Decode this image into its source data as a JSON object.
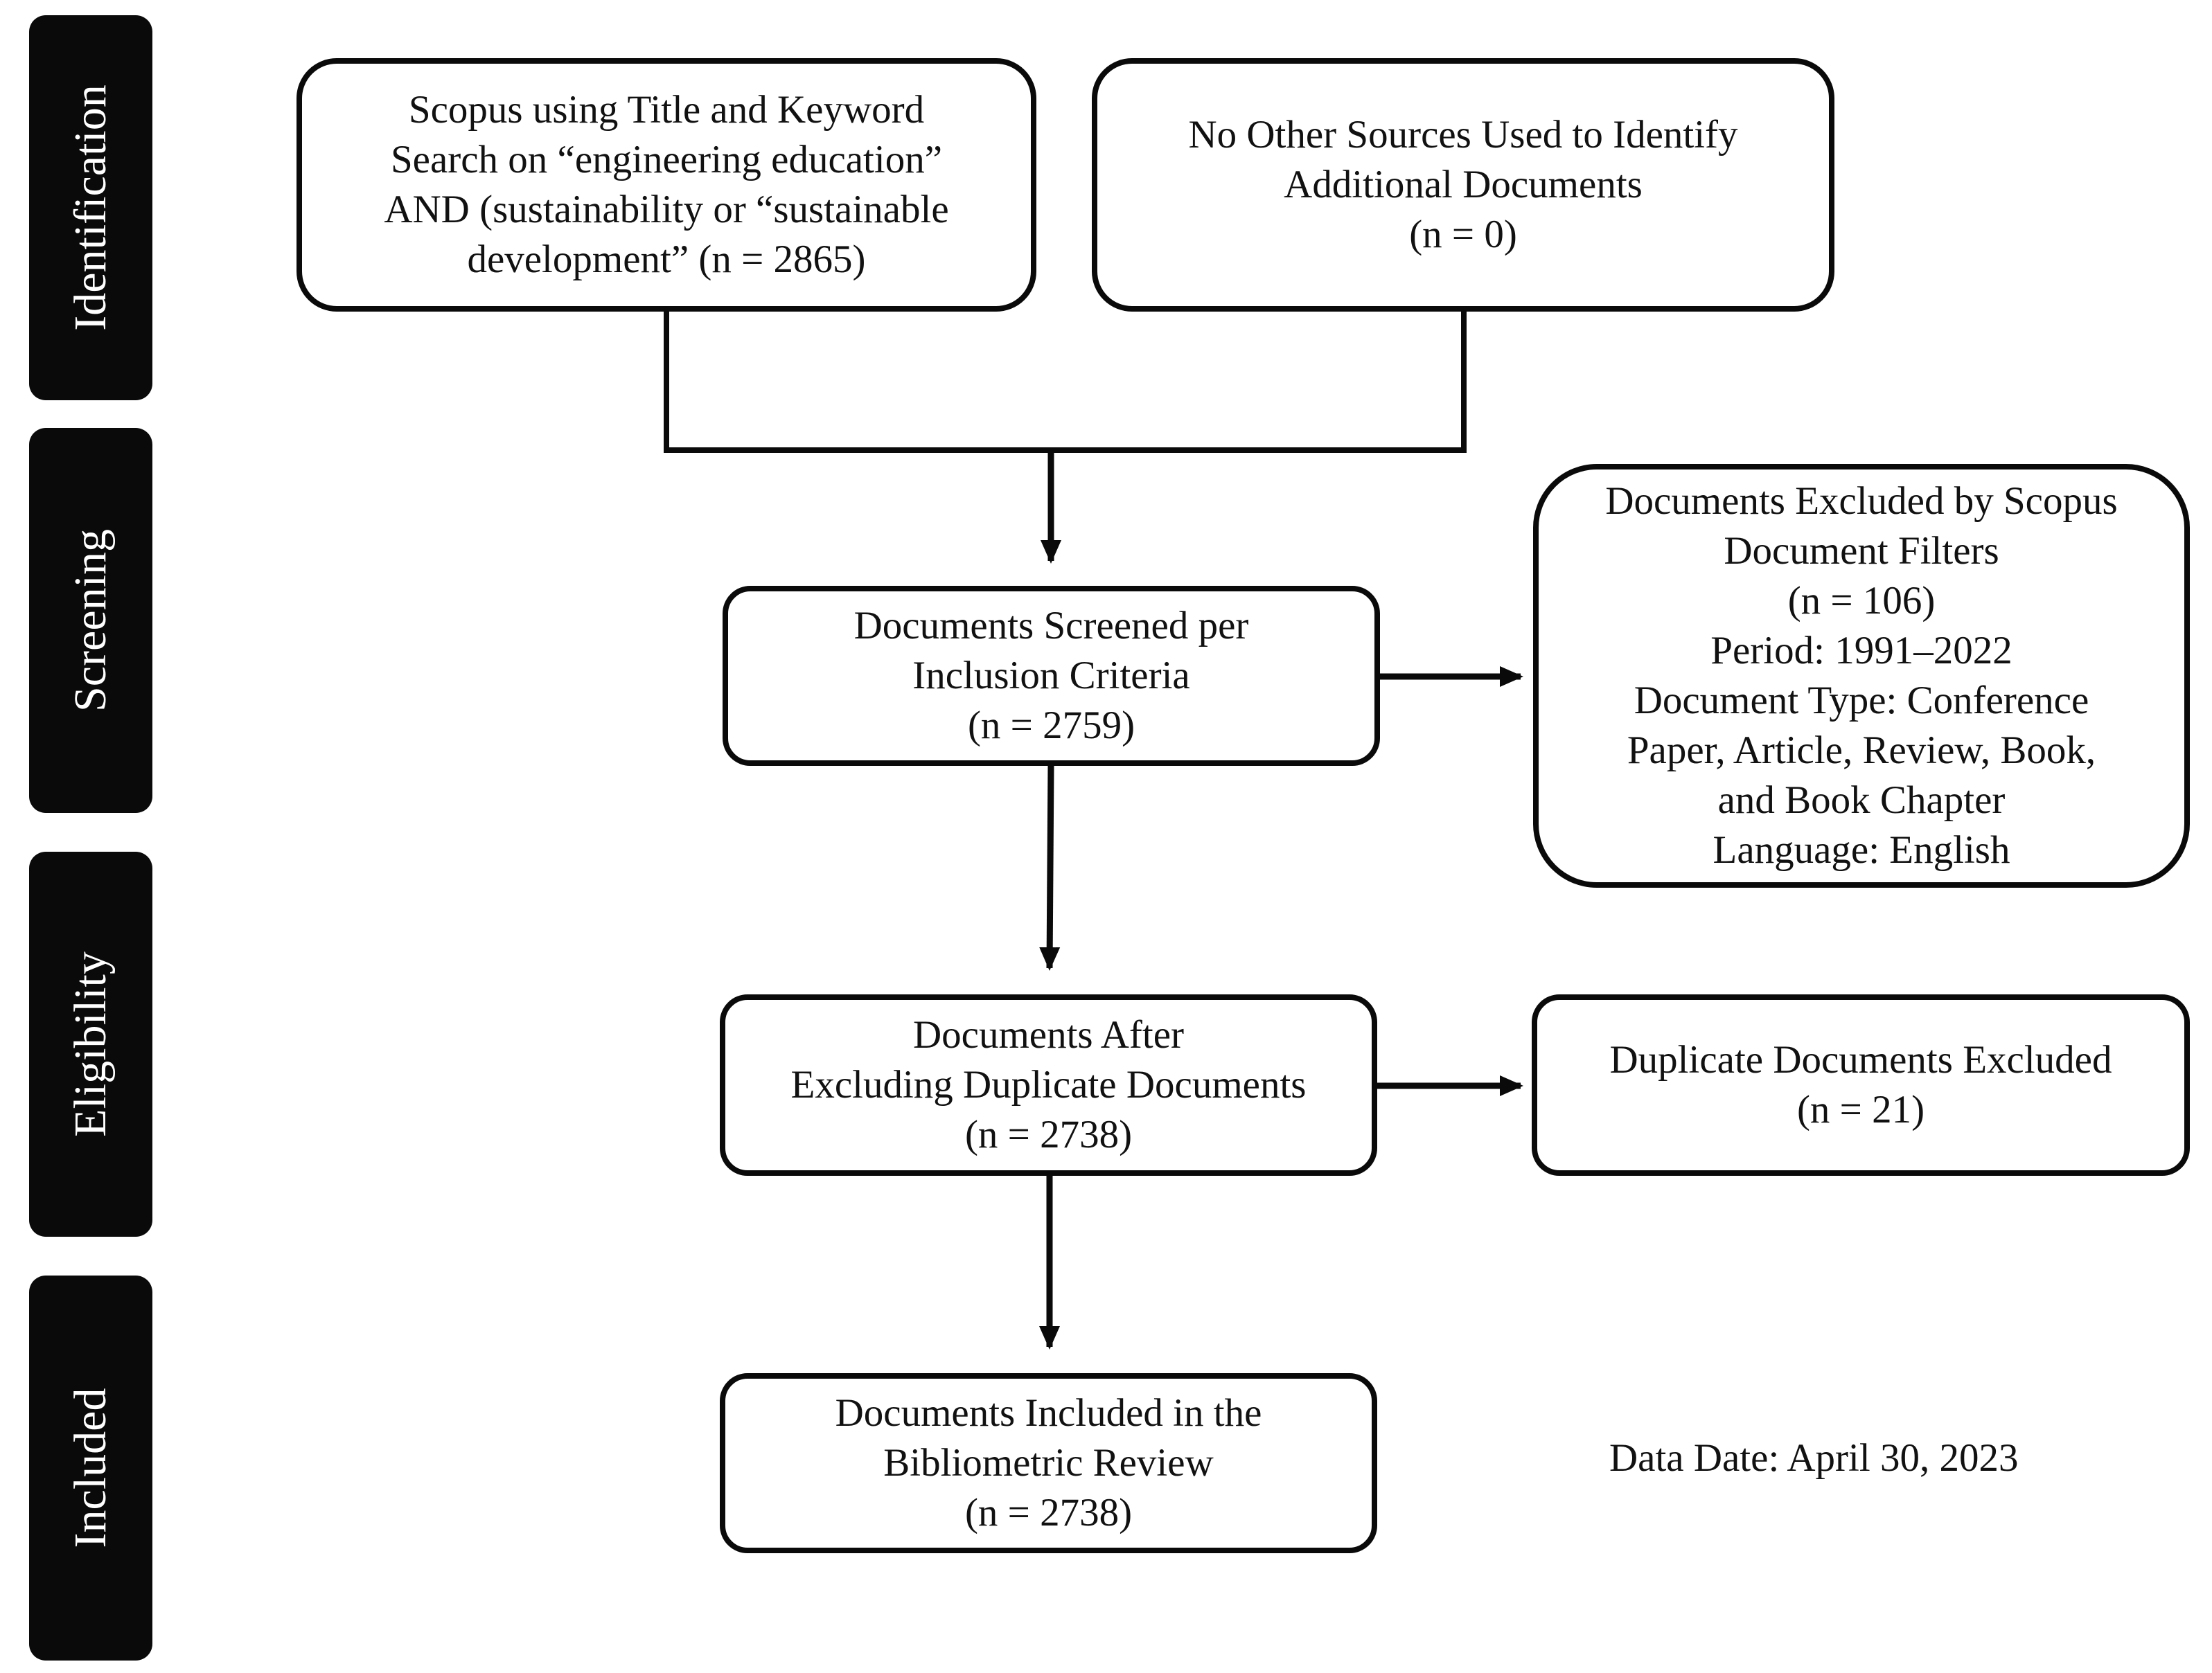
{
  "phases": [
    {
      "id": "identification",
      "label": "Identification"
    },
    {
      "id": "screening",
      "label": "Screening"
    },
    {
      "id": "eligibility",
      "label": "Eligibility"
    },
    {
      "id": "included",
      "label": "Included"
    }
  ],
  "boxes": {
    "scopus_search": {
      "lines": [
        "Scopus using Title and Keyword",
        "Search on “engineering education”",
        "AND (sustainability or “sustainable",
        "development” (n = 2865)"
      ]
    },
    "other_sources": {
      "lines": [
        "No Other Sources Used to Identify",
        "Additional Documents",
        "(n = 0)"
      ]
    },
    "screened": {
      "lines": [
        "Documents Screened per",
        "Inclusion Criteria",
        "(n = 2759)"
      ]
    },
    "excluded_filters": {
      "lines": [
        "Documents Excluded by Scopus",
        "Document Filters",
        "(n = 106)",
        "Period: 1991–2022",
        "Document Type: Conference",
        "Paper, Article, Review, Book,",
        "and Book Chapter",
        "Language: English"
      ]
    },
    "after_duplicates": {
      "lines": [
        "Documents After",
        "Excluding Duplicate Documents",
        "(n = 2738)"
      ]
    },
    "duplicates_excluded": {
      "lines": [
        "Duplicate Documents Excluded",
        "(n = 21)"
      ]
    },
    "included_review": {
      "lines": [
        "Documents Included in the",
        "Bibliometric Review",
        "(n = 2738)"
      ]
    }
  },
  "data_date": "Data Date: April 30, 2023"
}
